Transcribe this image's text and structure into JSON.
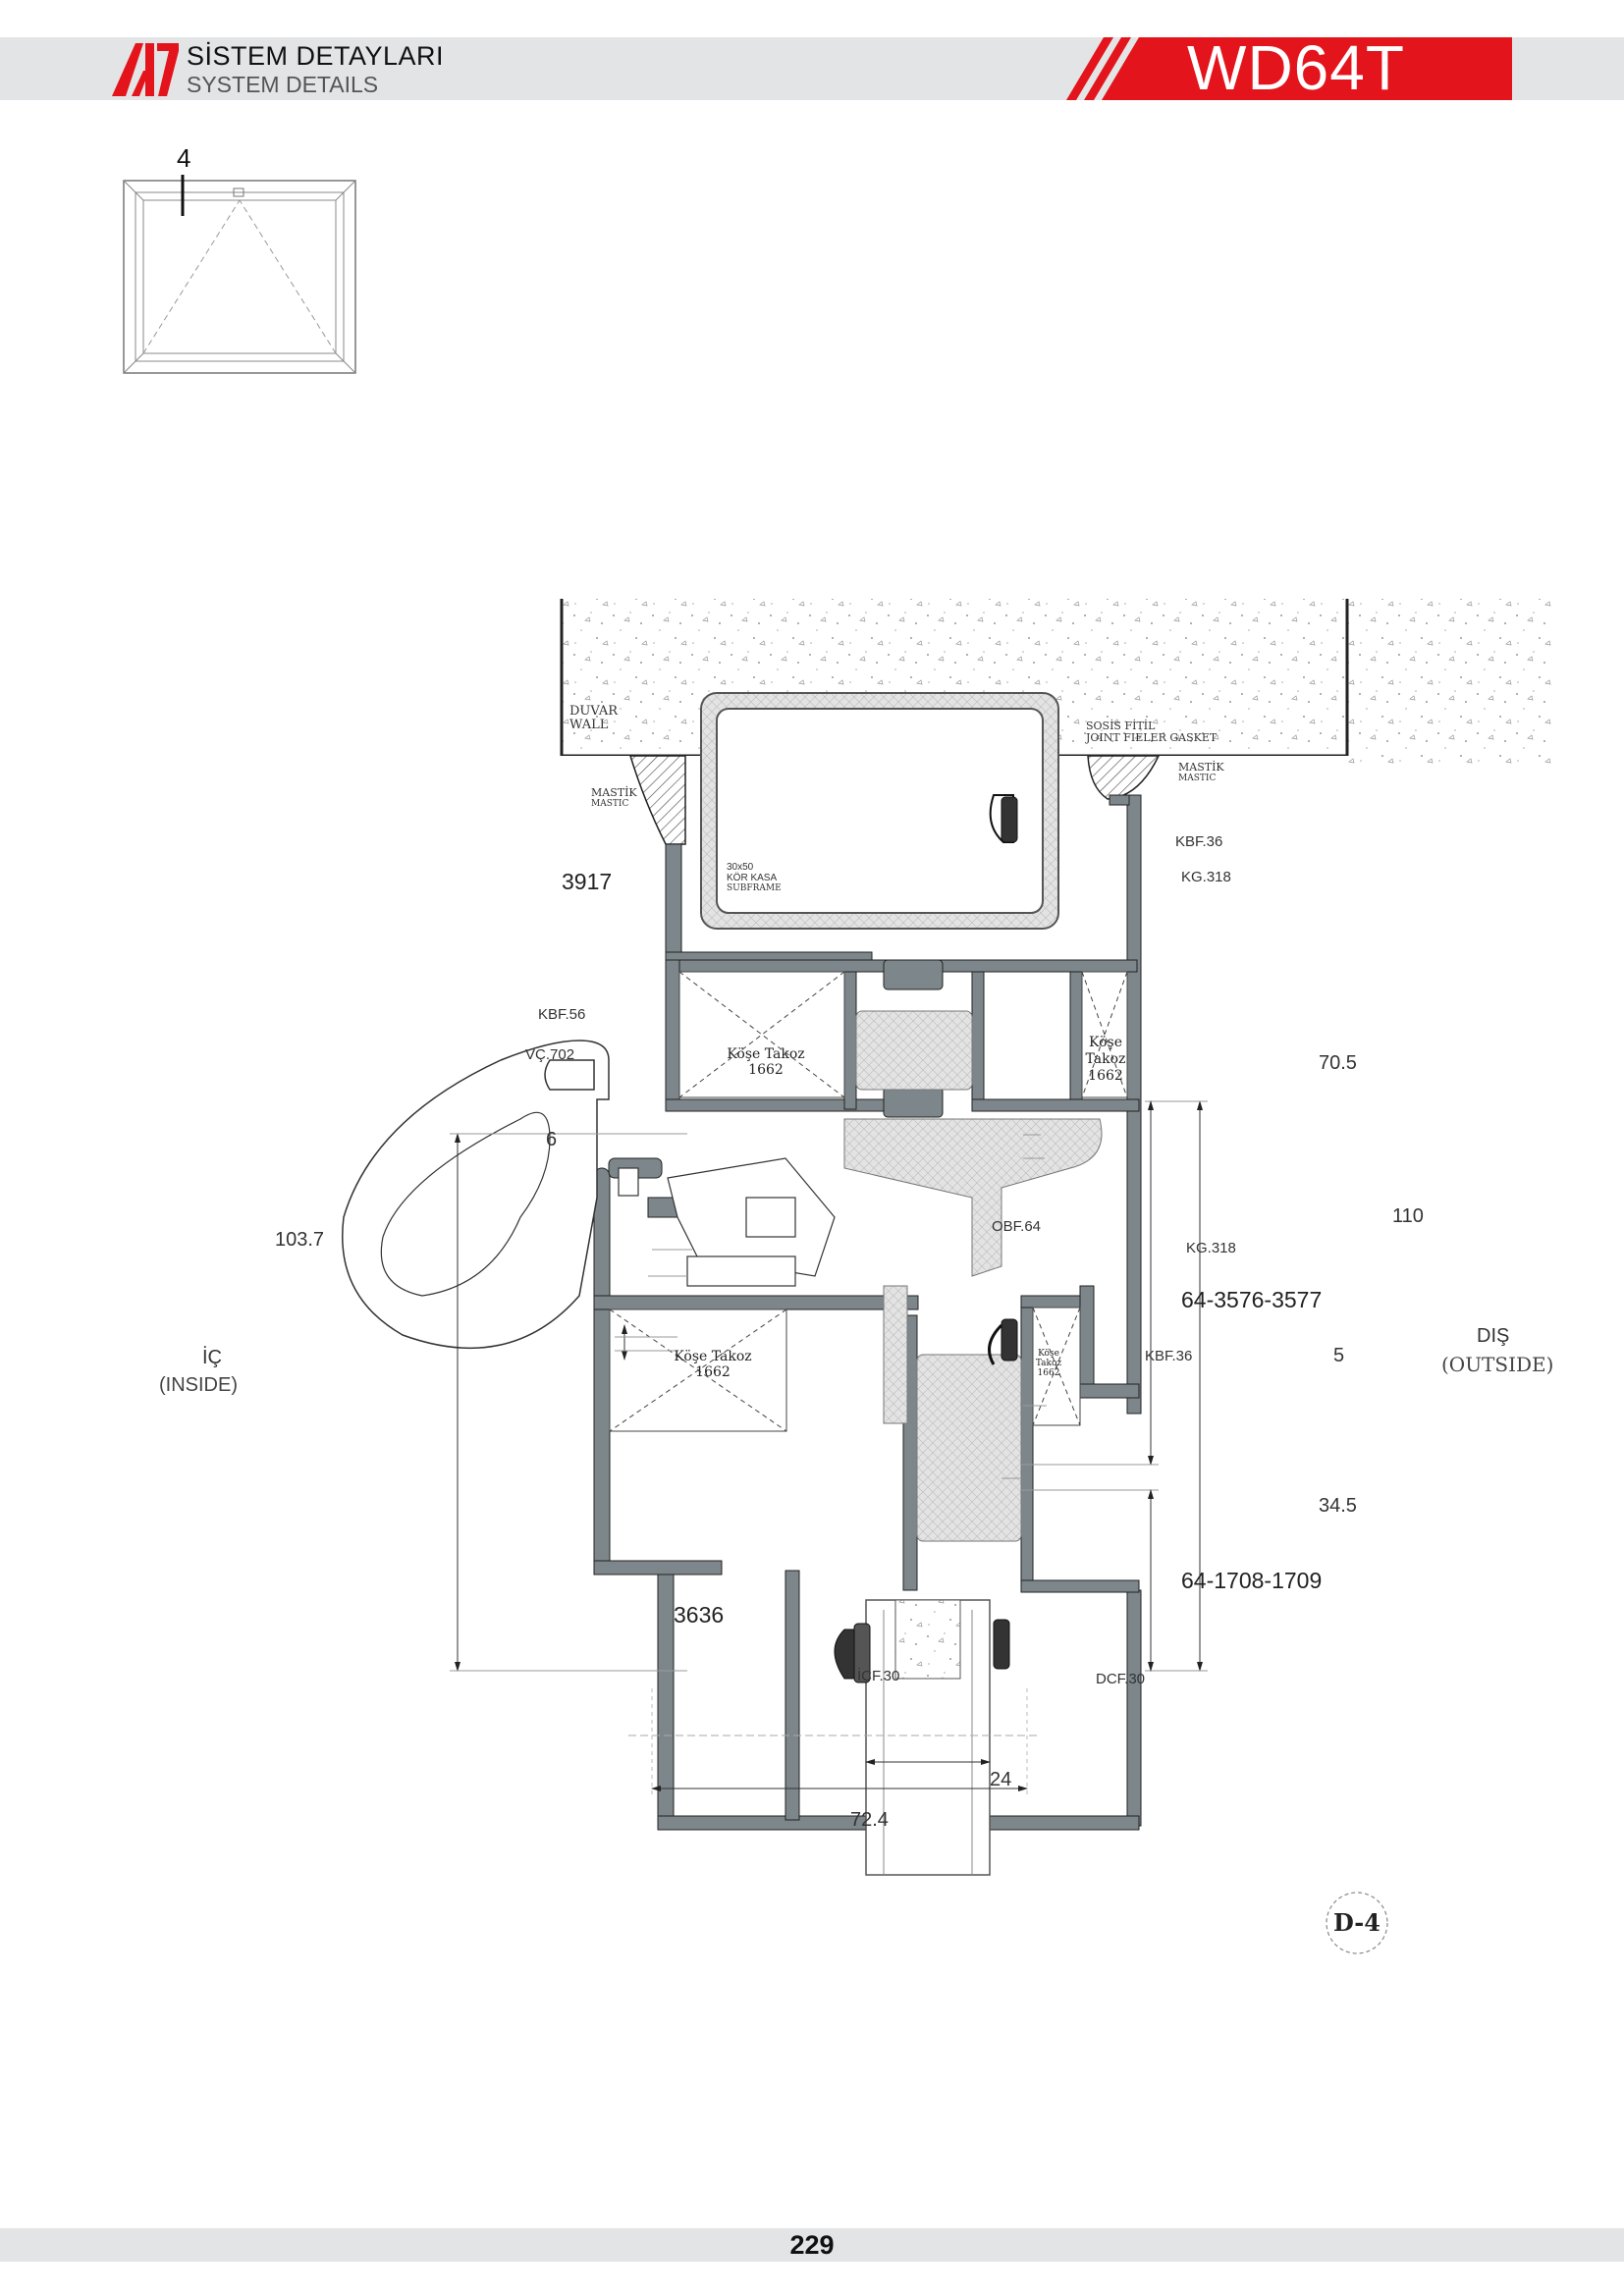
{
  "header": {
    "title_tr": "SİSTEM DETAYLARI",
    "title_en": "SYSTEM DETAILS",
    "model": "WD64T",
    "brand_color": "#e3141b"
  },
  "thumbnail": {
    "section_marker": "4"
  },
  "labels": {
    "wall_tr": "DUVAR",
    "wall_en": "WALL",
    "gasket_tr": "SOSİS FİTİL",
    "gasket_en": "JOINT FIELER GASKET",
    "mastic_left_tr": "MASTİK",
    "mastic_left_en": "MASTIC",
    "mastic_right_tr": "MASTİK",
    "mastic_right_en": "MASTIC",
    "subframe_size": "30x50",
    "subframe_tr": "KÖR KASA",
    "subframe_en": "SUBFRAME",
    "kbf36_top": "KBF.36",
    "kg318_top": "KG.318",
    "code_3917": "3917",
    "kbf56": "KBF.56",
    "vc702": "VÇ.702",
    "corner_tr": "Köşe Takoz",
    "corner_code": "1662",
    "corner_right_l1": "Köşe",
    "corner_right_l2": "Takoz",
    "corner_right_l3": "1662",
    "obf64": "OBF.64",
    "kg318_mid": "KG.318",
    "code_3576": "64-3576-3577",
    "kbf36_mid": "KBF.36",
    "corner_small_l1": "Köşe",
    "corner_small_l2": "Takoz",
    "corner_small_l3": "1662",
    "code_1708": "64-1708-1709",
    "code_3636": "3636",
    "icf30": "İCF.30",
    "dcf30": "DCF.30",
    "inside_tr": "İÇ",
    "inside_en": "(INSIDE)",
    "outside_tr": "DIŞ",
    "outside_en": "(OUTSIDE)"
  },
  "dimensions": {
    "d_6": "6",
    "d_103_7": "103.7",
    "d_70_5": "70.5",
    "d_110": "110",
    "d_5": "5",
    "d_34_5": "34.5",
    "d_24": "24",
    "d_72_4": "72.4"
  },
  "footer": {
    "page_number": "229",
    "detail_badge": "D-4"
  },
  "colors": {
    "profile": "#7d878b",
    "gasket": "#333333",
    "polyamide": "#d9d9d9"
  }
}
